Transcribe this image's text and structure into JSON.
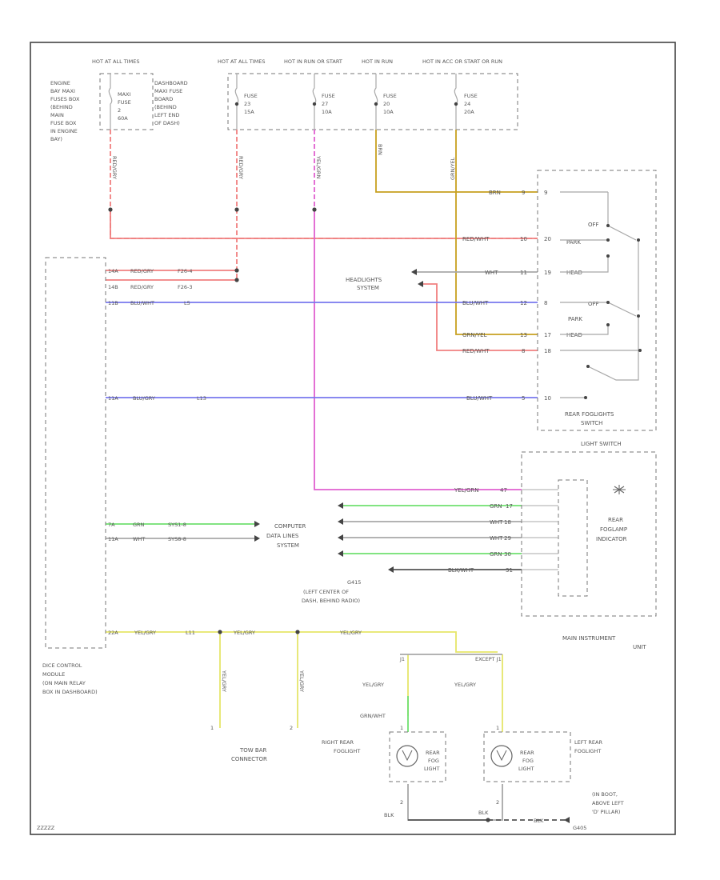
{
  "hot_labels": {
    "hot1": "HOT AT ALL TIMES",
    "hot2": "HOT AT ALL TIMES",
    "hot3": "HOT IN RUN OR START",
    "hot4": "HOT IN RUN",
    "hot5": "HOT IN ACC OR START OR RUN"
  },
  "engine_box": {
    "l1": "ENGINE",
    "l2": "BAY MAXI",
    "l3": "FUSES BOX",
    "l4": "(BEHIND",
    "l5": "MAIN",
    "l6": "FUSE BOX",
    "l7": "IN ENGINE",
    "l8": "BAY)"
  },
  "maxi_fuse": {
    "l1": "MAXI",
    "l2": "FUSE",
    "l3": "2",
    "l4": "60A"
  },
  "dash_box": {
    "l1": "DASHBOARD",
    "l2": "MAXI FUSE",
    "l3": "BOARD",
    "l4": "(BEHIND",
    "l5": "LEFT END",
    "l6": "OF DASH)"
  },
  "fuses": [
    {
      "l1": "FUSE",
      "l2": "23",
      "l3": "15A"
    },
    {
      "l1": "FUSE",
      "l2": "27",
      "l3": "10A"
    },
    {
      "l1": "FUSE",
      "l2": "20",
      "l3": "10A"
    },
    {
      "l1": "FUSE",
      "l2": "24",
      "l3": "20A"
    }
  ],
  "vertical_wires": {
    "w1": "RED/GRY",
    "w2": "RED/GRY",
    "w3": "YEL/GRN",
    "w4": "BRN",
    "w5": "GRN/YEL"
  },
  "rear_switch": {
    "title1": "REAR FOGLIGHTS",
    "title2": "SWITCH",
    "pins": [
      {
        "wire": "BRN",
        "pin": "9",
        "num": "9"
      },
      {
        "wire": "RED/WHT",
        "pin": "10",
        "num": "20"
      },
      {
        "wire": "WHT",
        "pin": "11",
        "num": "19"
      },
      {
        "wire": "BLU/WHT",
        "pin": "12",
        "num": "8"
      },
      {
        "wire": "GRN/YEL",
        "pin": "13",
        "num": "17"
      },
      {
        "wire": "RED/WHT",
        "pin": "8",
        "num": "18"
      },
      {
        "wire": "BLU/WHT",
        "pin": "5",
        "num": "10"
      }
    ],
    "off1": "OFF",
    "park1": "PARK",
    "head1": "HEAD",
    "off2": "OFF",
    "park2": "PARK",
    "head2": "HEAD"
  },
  "headlights": {
    "l1": "HEADLIGHTS",
    "l2": "SYSTEM"
  },
  "ddm": {
    "pins": [
      {
        "num": "14A",
        "wire": "RED/GRY",
        "code": "F26-4"
      },
      {
        "num": "14B",
        "wire": "RED/GRY",
        "code": "F26-3"
      },
      {
        "num": "11B",
        "wire": "BLU/WHT",
        "code": "L5"
      },
      {
        "num": "11A",
        "wire": "BLU/GRY",
        "code": "L13"
      },
      {
        "num": "7A",
        "wire": "GRN",
        "code": "SYS1-8"
      },
      {
        "num": "11A",
        "wire": "WHT",
        "code": "SYS8-8"
      },
      {
        "num": "22A",
        "wire": "YEL/GRY",
        "code": "L11"
      }
    ],
    "l1": "DICE CONTROL",
    "l2": "MODULE",
    "l3": "(ON MAIN RELAY",
    "l4": "BOX IN DASHBOARD)"
  },
  "computer": {
    "l1": "COMPUTER",
    "l2": "DATA LINES",
    "l3": "SYSTEM"
  },
  "instrument": {
    "light_switch": "LIGHT SWITCH",
    "pins": [
      {
        "wire": "YEL/GRN",
        "pin": "47"
      },
      {
        "wire": "GRN",
        "pin": "17"
      },
      {
        "wire": "WHT",
        "pin": "18"
      },
      {
        "wire": "WHT",
        "pin": "29"
      },
      {
        "wire": "GRN",
        "pin": "30"
      },
      {
        "wire": "BLK/WHT",
        "pin": "31"
      }
    ],
    "ind1": "REAR",
    "ind2": "FOGLAMP",
    "ind3": "INDICATOR",
    "unit1": "MAIN INSTRUMENT",
    "unit2": "UNIT"
  },
  "ground_g": {
    "name": "G415",
    "l1": "(LEFT CENTER OF",
    "l2": "DASH, BEHIND RADIO)"
  },
  "bottom_wires": {
    "w1": "YEL/GRY",
    "w2": "YEL/GRY",
    "w3": "YEL/GRY",
    "w4": "YEL/GRY",
    "w5": "YEL/GRY",
    "w6": "YEL/GRY",
    "w7": "GRN/WHT",
    "w8": "BLK",
    "w9": "BLK",
    "w10": "BLK"
  },
  "tow": {
    "l1": "TOW BAR",
    "l2": "CONNECTOR",
    "p1": "1",
    "p2": "2"
  },
  "splice": {
    "left": "J1",
    "right": "EXCEPT J1"
  },
  "right_fog": {
    "l1": "RIGHT REAR",
    "l2": "FOGLIGHT",
    "b1": "REAR",
    "b2": "FOG",
    "b3": "LIGHT",
    "p1": "1",
    "p2": "2"
  },
  "left_fog": {
    "l1": "LEFT REAR",
    "l2": "FOGLIGHT",
    "b1": "REAR",
    "b2": "FOG",
    "b3": "LIGHT",
    "p1": "1",
    "p2": "2"
  },
  "ground_g2": {
    "name": "G405",
    "l1": "(IN BOOT,",
    "l2": "ABOVE LEFT",
    "l3": "'D' PILLAR)"
  },
  "footer_id": "ZZZZZ"
}
